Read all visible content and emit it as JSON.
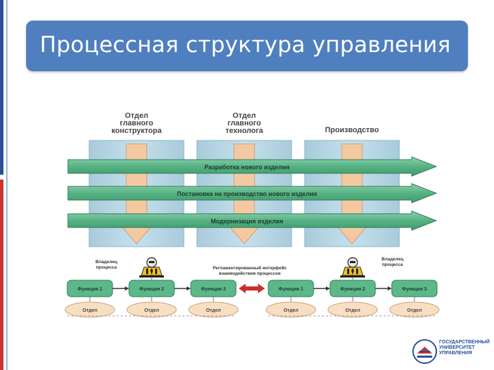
{
  "slide": {
    "title": "Процессная структура управления"
  },
  "departments": [
    "Отдел\nглавного\nконструктора",
    "Отдел\nглавного\nтехнолога",
    "Производство"
  ],
  "processes": [
    "Разработка нового изделия",
    "Постановка на производство нового изделия",
    "Модернизация изделия"
  ],
  "bottom": {
    "owner_label_left": "Владелец\nпроцесса",
    "owner_label_right": "Владелец\nпроцесса",
    "interface_label": "Регламентированный интерфейс\nвзаимодействия процессов",
    "functions_left": [
      "Функция 1",
      "Функция 2",
      "Функция 3"
    ],
    "functions_right": [
      "Функция 1",
      "Функция 2",
      "Функция 3"
    ],
    "dept_label": "Отдел"
  },
  "logo": {
    "lines": [
      "ГОСУДАРСТВЕННЫЙ",
      "УНИВЕРСИТЕТ",
      "УПРАВЛЕНИЯ"
    ]
  },
  "colors": {
    "title_bg": "#4f7fbf",
    "column_bg": "#b7d5e3",
    "arrow_green": "#5cb88a",
    "down_arrow": "#f4c9a2",
    "function_box": "#5cb88a",
    "dept_oval": "#f9dfc2",
    "interface_arrow": "#c9302c"
  }
}
